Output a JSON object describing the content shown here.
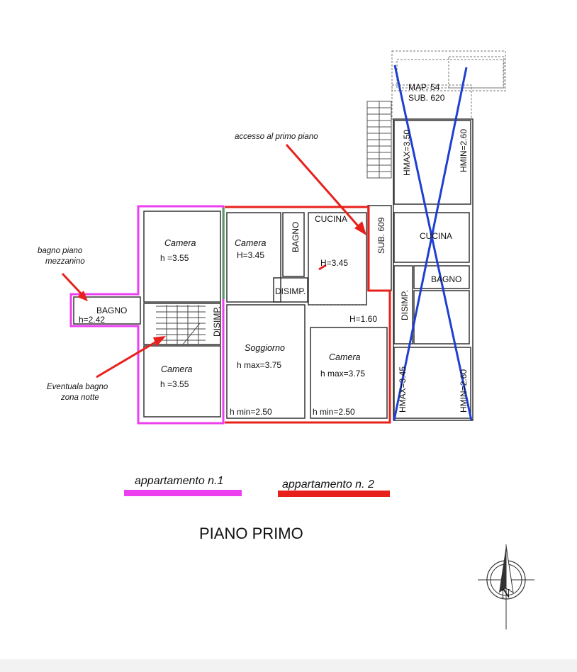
{
  "colors": {
    "apt1": "#ec3ff0",
    "apt2": "#e8201c",
    "divider": "#2fb24a",
    "cross": "#1f3fd1",
    "walls": "#333333",
    "arrow": "#e8201c"
  },
  "plan": {
    "map_label_line1": "MAP. 54",
    "map_label_line2": "SUB. 620",
    "hmax_top": "HMAX=3.50",
    "hmin_top": "HMIN=2.60",
    "hmax_bottom": "HMAX=3.45",
    "hmin_bottom": "HMIN=2.60",
    "sub_609": "SUB. 609",
    "right_cucina": "CUCINA",
    "right_bagno": "BAGNO",
    "right_disimp": "DISIMP.",
    "bagno_left": "BAGNO",
    "bagno_left_h": "h=2.42",
    "camera1": "Camera",
    "camera1_h": "h =3.55",
    "camera2": "Camera",
    "camera2_h": "h =3.55",
    "disimp_v": "DISIMP.",
    "camera3": "Camera",
    "camera3_h": "H=3.45",
    "bagno_mid": "BAGNO",
    "disimp_mid": "DISIMP.",
    "cucina": "CUCINA",
    "cucina_h": "H=3.45",
    "h_160": "H=1.60",
    "soggiorno": "Soggiorno",
    "soggiorno_hmax": "h max=3.75",
    "soggiorno_hmin": "h min=2.50",
    "camera4": "Camera",
    "camera4_hmax": "h max=3.75",
    "camera4_hmin": "h min=2.50"
  },
  "annotations": {
    "accesso": "accesso al primo piano",
    "bagno_mezzanino_1": "bagno piano",
    "bagno_mezzanino_2": "mezzanino",
    "eventuale_1": "Eventuala bagno",
    "eventuale_2": "zona notte"
  },
  "legend": {
    "apt1": "appartamento n.1",
    "apt2": "appartamento n. 2"
  },
  "title": "PIANO PRIMO",
  "compass": {
    "letter": "N",
    "icon": "north-arrow-icon"
  }
}
